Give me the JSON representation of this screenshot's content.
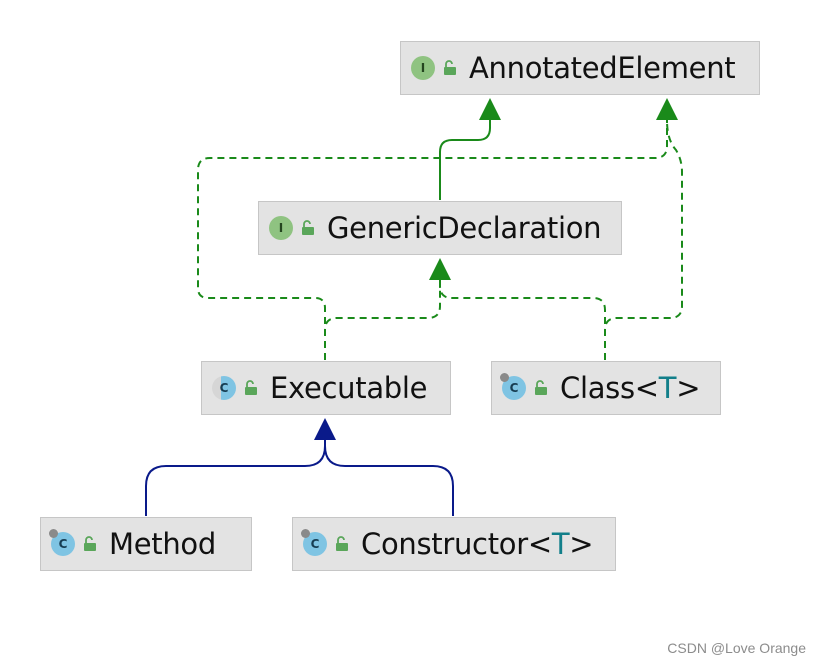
{
  "nodes": {
    "annotated_element": {
      "kind": "I",
      "name": "AnnotatedElement"
    },
    "generic_declaration": {
      "kind": "I",
      "name": "GenericDeclaration"
    },
    "executable": {
      "kind": "C",
      "name": "Executable"
    },
    "class_t": {
      "kind": "C",
      "name": "Class<",
      "type_param": "T",
      "close": ">"
    },
    "method": {
      "kind": "C",
      "name": "Method"
    },
    "constructor_t": {
      "kind": "C",
      "name": "Constructor<",
      "type_param": "T",
      "close": ">"
    }
  },
  "colors": {
    "implements": "#1a8a1a",
    "extends": "#0a1a8a"
  },
  "icons": {
    "interface": "interface-icon",
    "class": "class-icon",
    "abstract_class": "abstract-class-icon",
    "access": "unlocked-padlock-icon"
  },
  "watermark": "CSDN @Love Orange"
}
